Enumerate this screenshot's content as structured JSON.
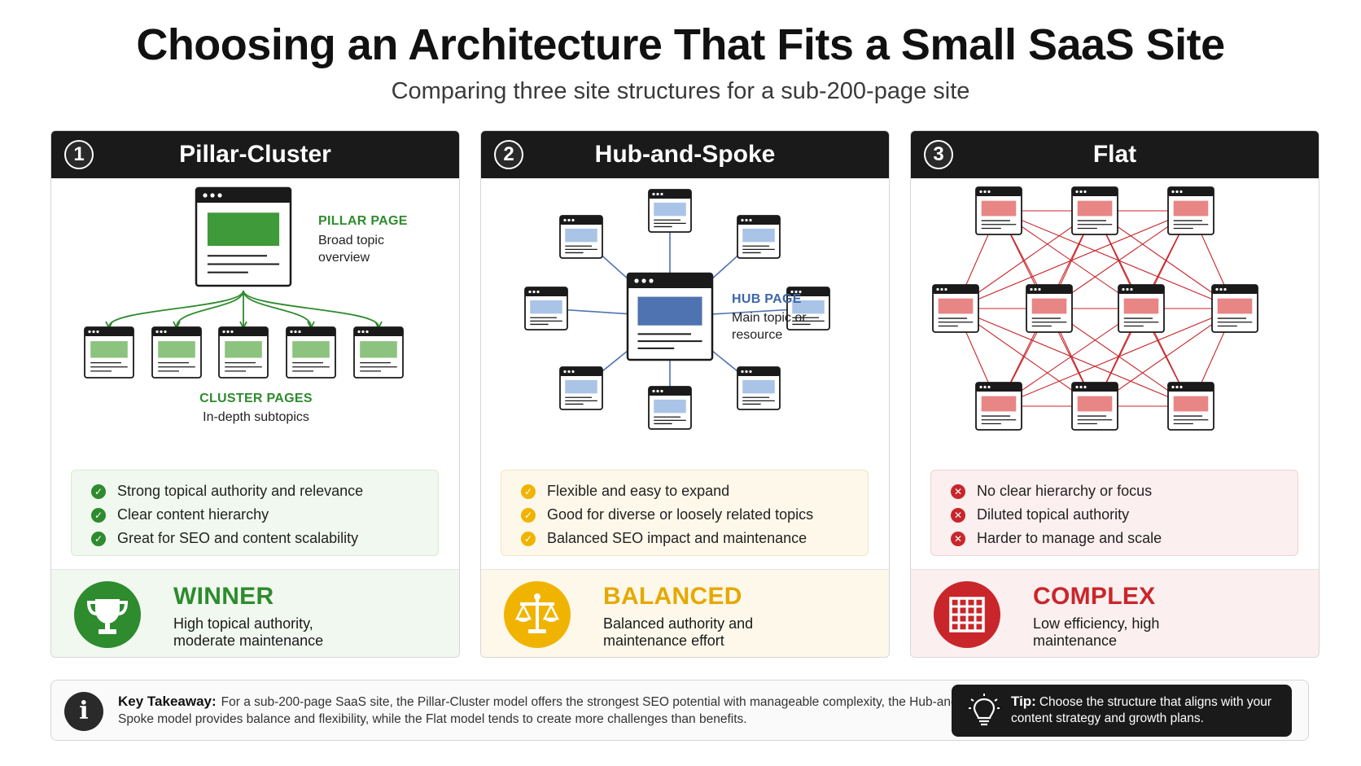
{
  "title": "Choosing an Architecture That Fits a Small SaaS Site",
  "subtitle": "Comparing three site structures for a sub-200-page site",
  "colors": {
    "green": "#2e8b2e",
    "blue": "#4f73b0",
    "yellow": "#f0b400",
    "red": "#c8262b"
  },
  "cards": [
    {
      "number": "1",
      "name": "Pillar-Cluster",
      "diagram": {
        "hub_title": "PILLAR PAGE",
        "hub_desc": "Broad topic overview",
        "leaf_title": "CLUSTER PAGES",
        "leaf_desc": "In-depth subtopics"
      },
      "bullet_icon": "check-icon",
      "bullets": [
        "Strong topical authority and relevance",
        "Clear content hierarchy",
        "Great for SEO and content scalability"
      ],
      "verdict": {
        "icon": "trophy-icon",
        "title": "WINNER",
        "desc": "High topical authority, moderate maintenance"
      }
    },
    {
      "number": "2",
      "name": "Hub-and-Spoke",
      "diagram": {
        "hub_title": "HUB PAGE",
        "hub_desc": "Main topic or resource"
      },
      "bullet_icon": "check-icon",
      "bullets": [
        "Flexible and easy to expand",
        "Good for diverse or loosely related topics",
        "Balanced SEO impact and maintenance"
      ],
      "verdict": {
        "icon": "scales-icon",
        "title": "BALANCED",
        "desc": "Balanced authority and maintenance effort"
      }
    },
    {
      "number": "3",
      "name": "Flat",
      "bullet_icon": "x-icon",
      "bullets": [
        "No clear hierarchy or focus",
        "Diluted topical authority",
        "Harder to manage and scale"
      ],
      "verdict": {
        "icon": "grid-icon",
        "title": "COMPLEX",
        "desc": "Low efficiency, high maintenance"
      }
    }
  ],
  "takeaway": {
    "icon": "info-icon",
    "label": "Key Takeaway:",
    "text": "For a sub-200-page SaaS site, the Pillar-Cluster model offers the strongest SEO potential with manageable complexity, the Hub-and-Spoke model provides balance and flexibility, while the Flat model tends to create more challenges than benefits."
  },
  "tip": {
    "icon": "lightbulb-icon",
    "label": "Tip:",
    "text": "Choose the structure that aligns with your content strategy and growth plans."
  }
}
